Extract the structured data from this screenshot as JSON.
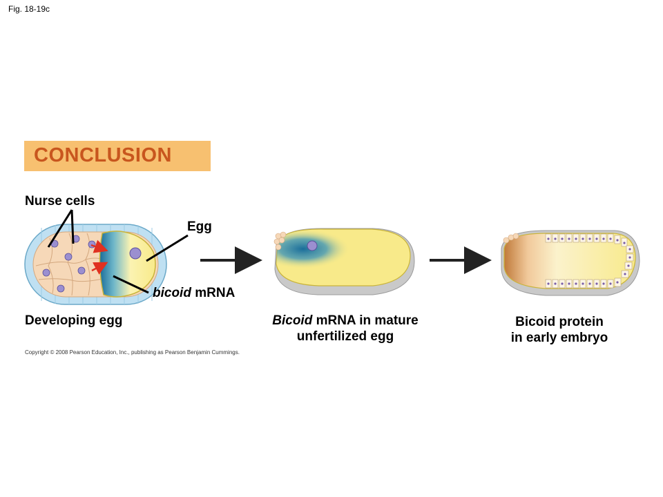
{
  "figure_label": "Fig. 18-19c",
  "banner": {
    "title": "CONCLUSION",
    "bg_color": "#f7c070",
    "text_color": "#c8561e"
  },
  "labels": {
    "nurse_cells": "Nurse cells",
    "egg": "Egg",
    "bicoid_italic": "bicoid",
    "mrna": " mRNA"
  },
  "captions": {
    "developing": "Developing egg",
    "mature_italic": "Bicoid",
    "mature_rest": " mRNA in mature",
    "mature_line2": "unfertilized egg",
    "embryo_line1": "Bicoid protein",
    "embryo_line2": "in early embryo"
  },
  "copyright": "Copyright © 2008 Pearson Education, Inc., publishing as Pearson Benjamin Cummings.",
  "colors": {
    "follicle": "#bfe0f2",
    "nurse_cell": "#f6d8b8",
    "nucleus": "#9b8fd0",
    "egg_yolk": "#f8ea8a",
    "mrna_blue": "#1a6d9a",
    "arrow_red": "#e03020",
    "protein_brown": "#c07a3a",
    "shell_gray": "#c9c9c9"
  }
}
